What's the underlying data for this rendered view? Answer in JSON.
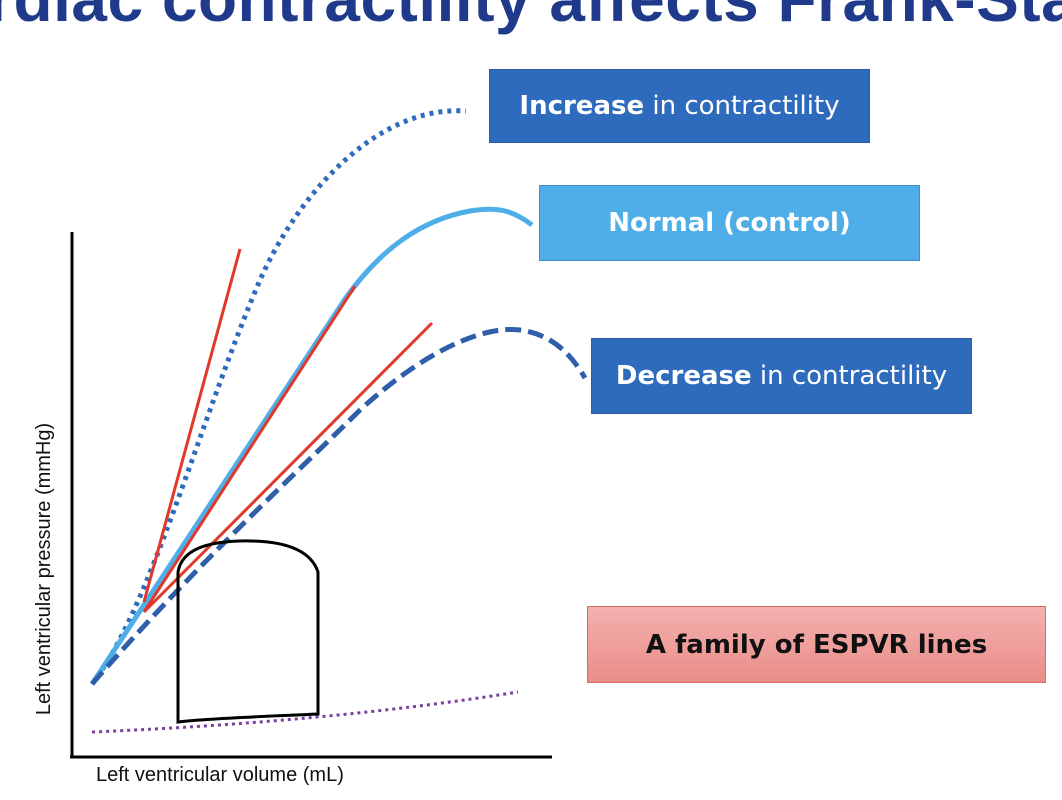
{
  "title": "ardiac contractility affects Frank-Starling",
  "labels": {
    "increase_bold": "Increase",
    "increase_rest": " in contractility",
    "normal": "Normal (control)",
    "decrease_bold": "Decrease",
    "decrease_rest": " in contractility",
    "family": "A family of ESPVR lines"
  },
  "axes": {
    "y_label": "Left ventricular pressure (mmHg)",
    "x_label": "Left ventricular volume (mL)"
  },
  "colors": {
    "title": "#1f3a8a",
    "increase": "#2f6bbd",
    "normal": "#4faee8",
    "decrease": "#2f5fa8",
    "espvr": "#e0392b",
    "edpvr": "#7a3fa0",
    "loop": "#000000",
    "family_box": "#ea8d8a"
  }
}
